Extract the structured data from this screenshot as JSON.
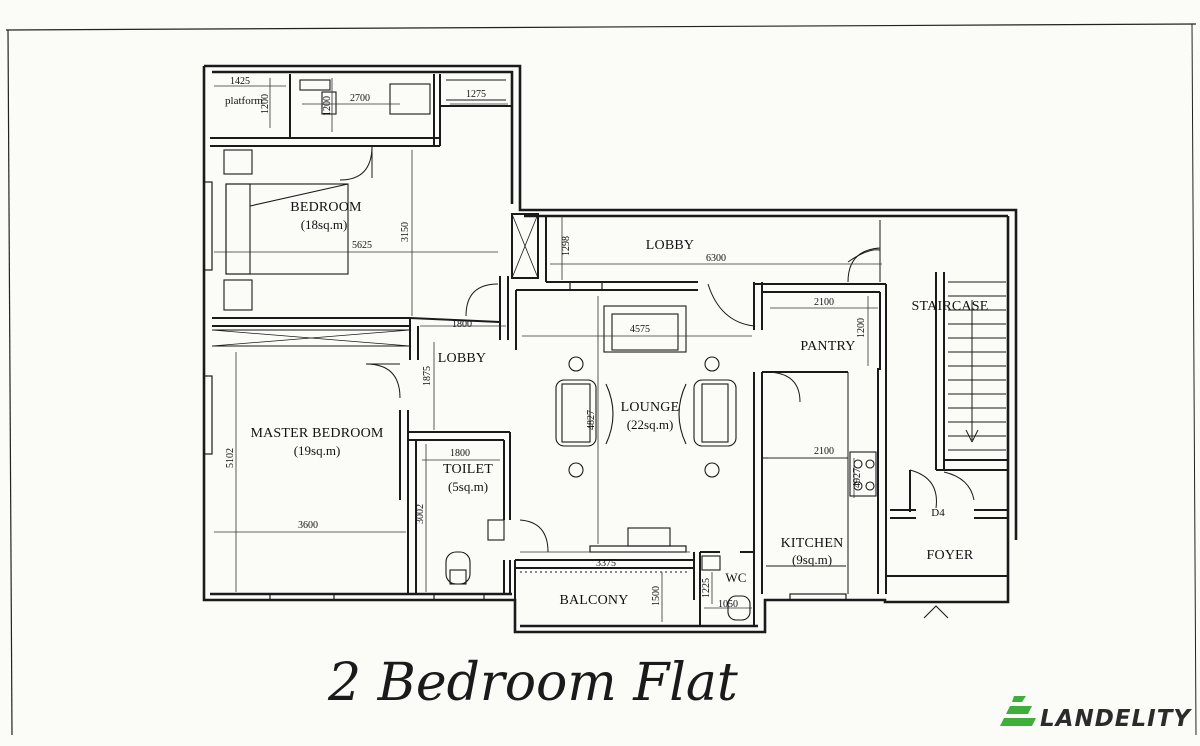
{
  "plan": {
    "rooms": {
      "bedroom": {
        "label": "BEDROOM",
        "area": "(18sq.m)"
      },
      "lobby_top": {
        "label": "LOBBY"
      },
      "staircase": {
        "label": "STAIRCASE"
      },
      "pantry": {
        "label": "PANTRY"
      },
      "lobby_mid": {
        "label": "LOBBY"
      },
      "lounge": {
        "label": "LOUNGE",
        "area": "(22sq.m)"
      },
      "master": {
        "label": "MASTER BEDROOM",
        "area": "(19sq.m)"
      },
      "toilet": {
        "label": "TOILET",
        "area": "(5sq.m)"
      },
      "kitchen": {
        "label": "KITCHEN",
        "area": "(9sq.m)"
      },
      "foyer": {
        "label": "FOYER"
      },
      "door_d4": {
        "label": "D4"
      },
      "balcony": {
        "label": "BALCONY"
      },
      "wc": {
        "label": "WC"
      },
      "platform": {
        "label": "platform"
      }
    },
    "dimensions": {
      "d1425": "1425",
      "d1200a": "1200",
      "d2700": "2700",
      "d1200b": "1200",
      "d1275": "1275",
      "d3150": "3150",
      "d5625": "5625",
      "d1298": "1298",
      "d6300": "6300",
      "d2100a": "2100",
      "d1200c": "1200",
      "d1800a": "1800",
      "d4575": "4575",
      "d1875": "1875",
      "d4827": "4827",
      "d2100b": "2100",
      "d1800b": "1800",
      "d5102": "5102",
      "d4927": "4927",
      "d3600": "3600",
      "d3002": "3002",
      "d3375": "3375",
      "d1500": "1500",
      "d1225": "1225",
      "d1050": "1050"
    }
  },
  "caption": "2 Bedroom Flat",
  "brand": {
    "name": "LANDELITY",
    "color": "#3fae3a"
  }
}
